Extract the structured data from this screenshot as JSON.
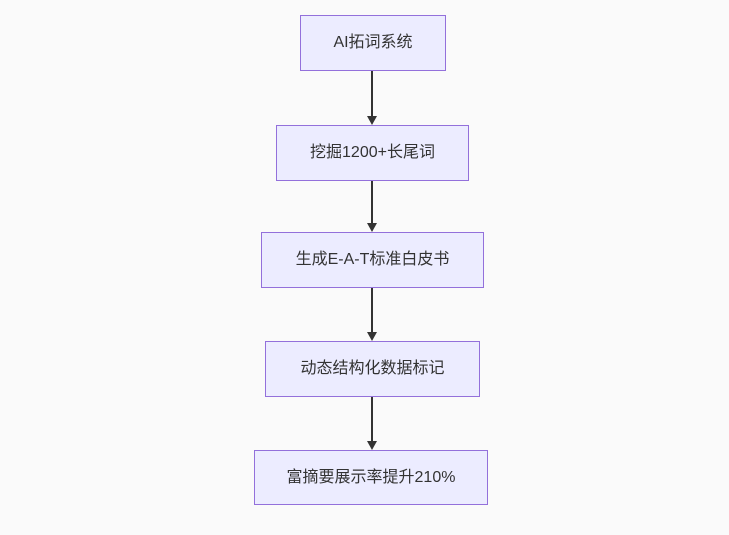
{
  "diagram": {
    "type": "flowchart-top-down",
    "colors": {
      "background": "#fafafa",
      "node_fill": "#ececff",
      "node_border": "#9370db",
      "arrow": "#333333",
      "text": "#333333"
    },
    "nodes": [
      {
        "label": "AI拓词系统"
      },
      {
        "label": "挖掘1200+长尾词"
      },
      {
        "label": "生成E-A-T标准白皮书"
      },
      {
        "label": "动态结构化数据标记"
      },
      {
        "label": "富摘要展示率提升210%"
      }
    ]
  }
}
